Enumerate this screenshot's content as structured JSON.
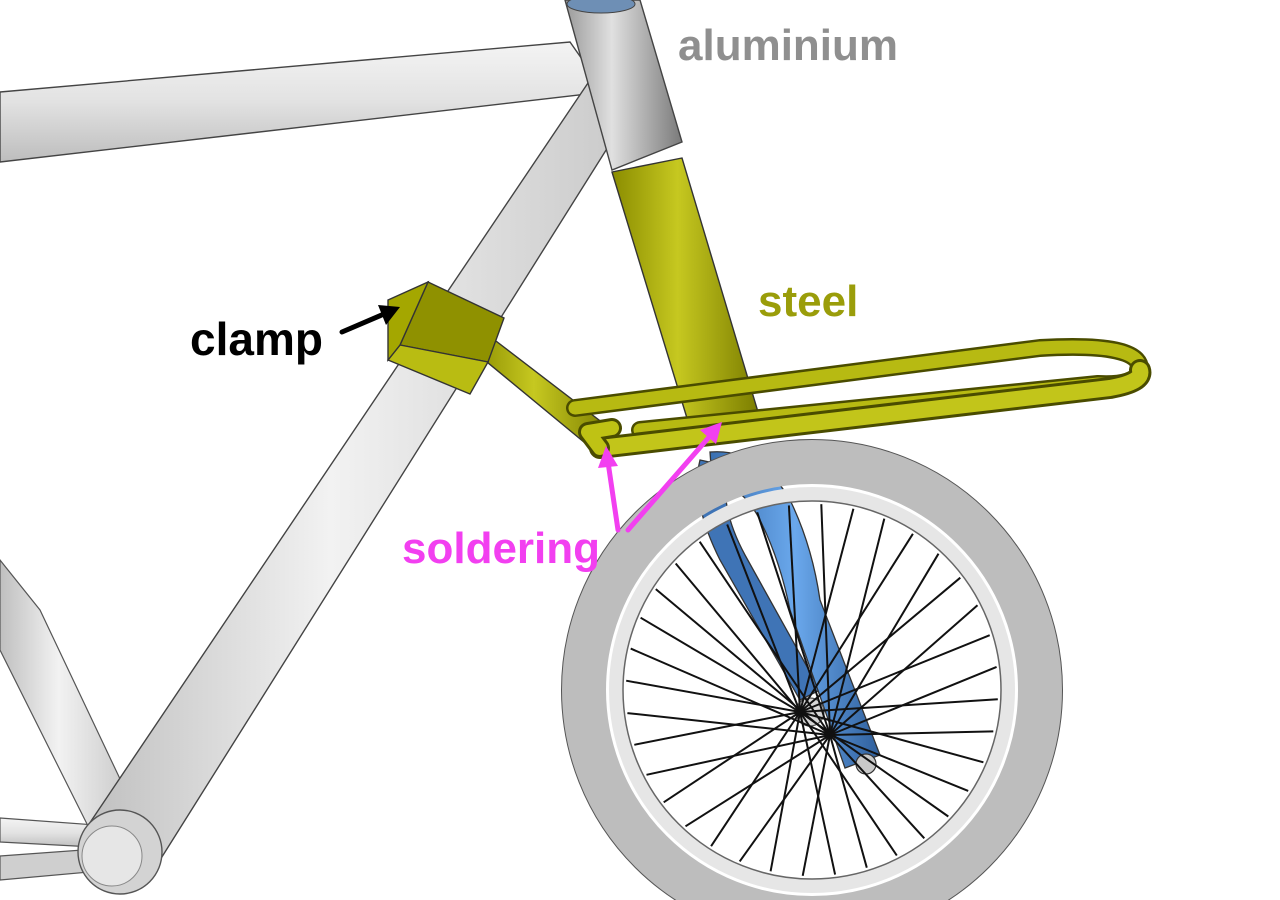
{
  "labels": {
    "aluminium": "aluminium",
    "steel": "steel",
    "clamp": "clamp",
    "soldering": "soldering"
  },
  "colors": {
    "aluminium": "#8f8f8f",
    "steel": "#9a9d0a",
    "clamp": "#000000",
    "soldering": "#f23ff0",
    "frame_tube": "#d9d9d9",
    "rack_steel": "#a6a800",
    "fork": "#4f8fd6",
    "tire": "#b9b9b9",
    "spoke": "#111111"
  },
  "components": {
    "frame": "aluminium-frame",
    "rack": "steel-rack",
    "clamp": "clamp",
    "fork": "front-fork",
    "wheel": "front-wheel"
  }
}
